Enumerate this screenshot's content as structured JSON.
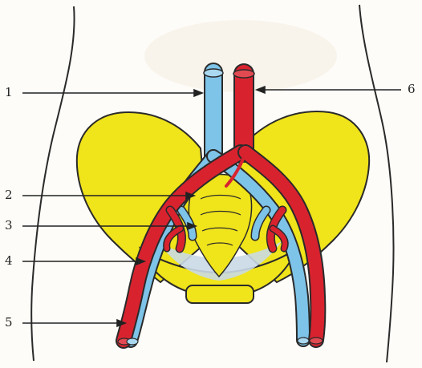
{
  "labels": {
    "l1": "1",
    "l2": "2",
    "l3": "3",
    "l4": "4",
    "l5": "5",
    "l6": "6"
  },
  "colors": {
    "artery": "#d8232f",
    "vein": "#7ec3e8",
    "bone": "#f0e41a",
    "sacrum_shade": "#c9d9e6",
    "outline": "#2a2a2a"
  }
}
